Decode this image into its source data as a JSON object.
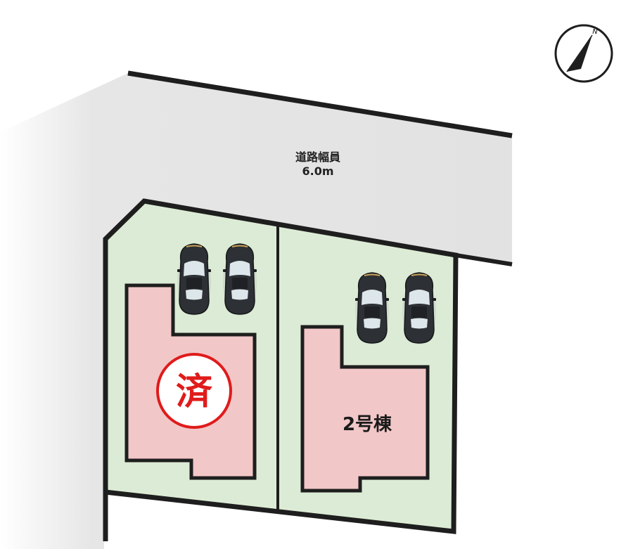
{
  "road": {
    "label": "道路幅員",
    "width": "6.0m"
  },
  "compass": {
    "label": "N"
  },
  "lots": [
    {
      "id": "lot-1",
      "building_label": "",
      "status_stamp": "済",
      "parking_spaces": 2
    },
    {
      "id": "lot-2",
      "building_label": "2号棟",
      "status_stamp": "",
      "parking_spaces": 2
    }
  ],
  "colors": {
    "road": "#e3e3e3",
    "lot": "#dcebd5",
    "building": "#f2c7c8",
    "boundary": "#1e1e1e",
    "stamp": "#e01b1b",
    "car_body": "#2d3034",
    "car_glass": "#dde6ea"
  }
}
